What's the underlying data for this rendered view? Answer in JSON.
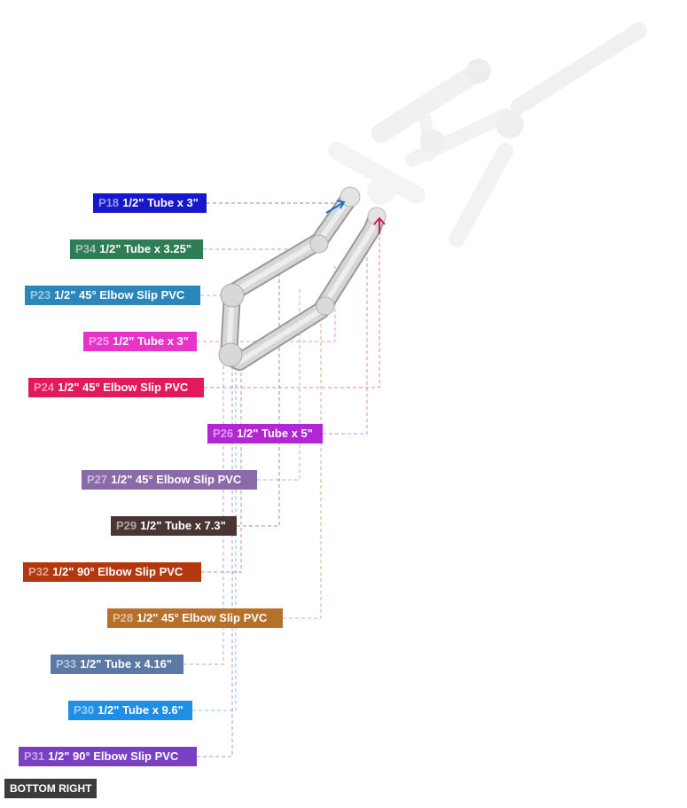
{
  "view_label": "BOTTOM RIGHT",
  "parts": [
    {
      "id": "P18",
      "name": "1/2\" Tube x 3\"",
      "color": "#1717cc"
    },
    {
      "id": "P34",
      "name": "1/2\" Tube x 3.25\"",
      "color": "#2f7d55"
    },
    {
      "id": "P23",
      "name": "1/2\" 45° Elbow Slip PVC",
      "color": "#2a86bb"
    },
    {
      "id": "P25",
      "name": "1/2\" Tube x 3\"",
      "color": "#e833c8"
    },
    {
      "id": "P24",
      "name": "1/2\" 45° Elbow Slip PVC",
      "color": "#e11a5b"
    },
    {
      "id": "P26",
      "name": "1/2\" Tube x 5\"",
      "color": "#b326d6"
    },
    {
      "id": "P27",
      "name": "1/2\" 45° Elbow Slip PVC",
      "color": "#8a6aa8"
    },
    {
      "id": "P29",
      "name": "1/2\" Tube x 7.3\"",
      "color": "#4a3535"
    },
    {
      "id": "P32",
      "name": "1/2\" 90° Elbow Slip PVC",
      "color": "#b4380f"
    },
    {
      "id": "P28",
      "name": "1/2\" 45° Elbow Slip PVC",
      "color": "#b7702a"
    },
    {
      "id": "P33",
      "name": "1/2\" Tube x 4.16\"",
      "color": "#5b78a6"
    },
    {
      "id": "P30",
      "name": "1/2\" Tube x 9.6\"",
      "color": "#1f8fe6"
    },
    {
      "id": "P31",
      "name": "1/2\" 90° Elbow Slip PVC",
      "color": "#7b3fc4"
    }
  ]
}
